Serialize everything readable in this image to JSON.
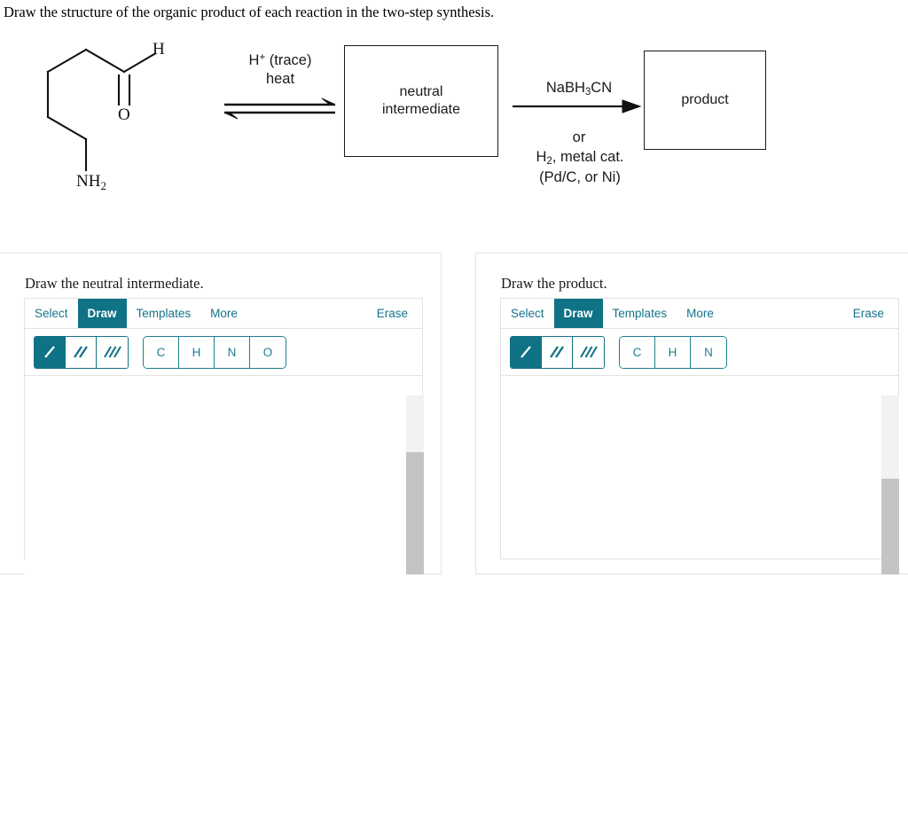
{
  "prompt": {
    "title": "Draw the structure of the organic product of each reaction in the two-step synthesis."
  },
  "scheme": {
    "reactant": {
      "name": "5-aminopentanal",
      "atom_labels": {
        "aldehyde_h": "H",
        "carbonyl_o": "O",
        "amine": "NH"
      },
      "amine_subscript": "2"
    },
    "step1": {
      "condition_above_1": "H",
      "condition_above_1_sup": "+",
      "condition_above_1_rest": " (trace)",
      "condition_above_2": "heat",
      "arrow_type": "equilibrium",
      "box_label_line1": "neutral",
      "box_label_line2": "intermediate"
    },
    "step2": {
      "reagent": "NaBH",
      "reagent_sub": "3",
      "reagent_rest": "CN",
      "alt_connector": "or",
      "alt_reagent": "H",
      "alt_reagent_sub": "2",
      "alt_reagent_rest": ", metal cat.",
      "catalyst": "(Pd/C, or Ni)",
      "arrow_type": "forward",
      "box_label": "product"
    }
  },
  "panels": [
    {
      "id": "intermediate",
      "question": "Draw the neutral intermediate.",
      "menu": {
        "select_label": "Select",
        "draw_label": "Draw",
        "templates_label": "Templates",
        "more_label": "More",
        "erase_label": "Erase",
        "active": "Draw"
      },
      "bond_tools": [
        {
          "name": "single-bond",
          "icon": "single-bond-icon",
          "active": true
        },
        {
          "name": "double-bond",
          "icon": "double-bond-icon",
          "active": false
        },
        {
          "name": "triple-bond",
          "icon": "triple-bond-icon",
          "active": false
        }
      ],
      "elements": [
        "C",
        "H",
        "N",
        "O"
      ]
    },
    {
      "id": "product",
      "question": "Draw the product.",
      "menu": {
        "select_label": "Select",
        "draw_label": "Draw",
        "templates_label": "Templates",
        "more_label": "More",
        "erase_label": "Erase",
        "active": "Draw"
      },
      "bond_tools": [
        {
          "name": "single-bond",
          "icon": "single-bond-icon",
          "active": true
        },
        {
          "name": "double-bond",
          "icon": "double-bond-icon",
          "active": false
        },
        {
          "name": "triple-bond",
          "icon": "triple-bond-icon",
          "active": false
        }
      ],
      "elements": [
        "C",
        "H",
        "N"
      ]
    }
  ],
  "colors": {
    "accent_teal": "#0f7285",
    "menu_text_teal": "#14748a",
    "element_border_teal": "#1c7f93",
    "panel_border": "#e2e2e2",
    "scroll_track": "#f2f2f2",
    "scroll_thumb": "#c4c4c4",
    "structure_black": "#111111"
  }
}
